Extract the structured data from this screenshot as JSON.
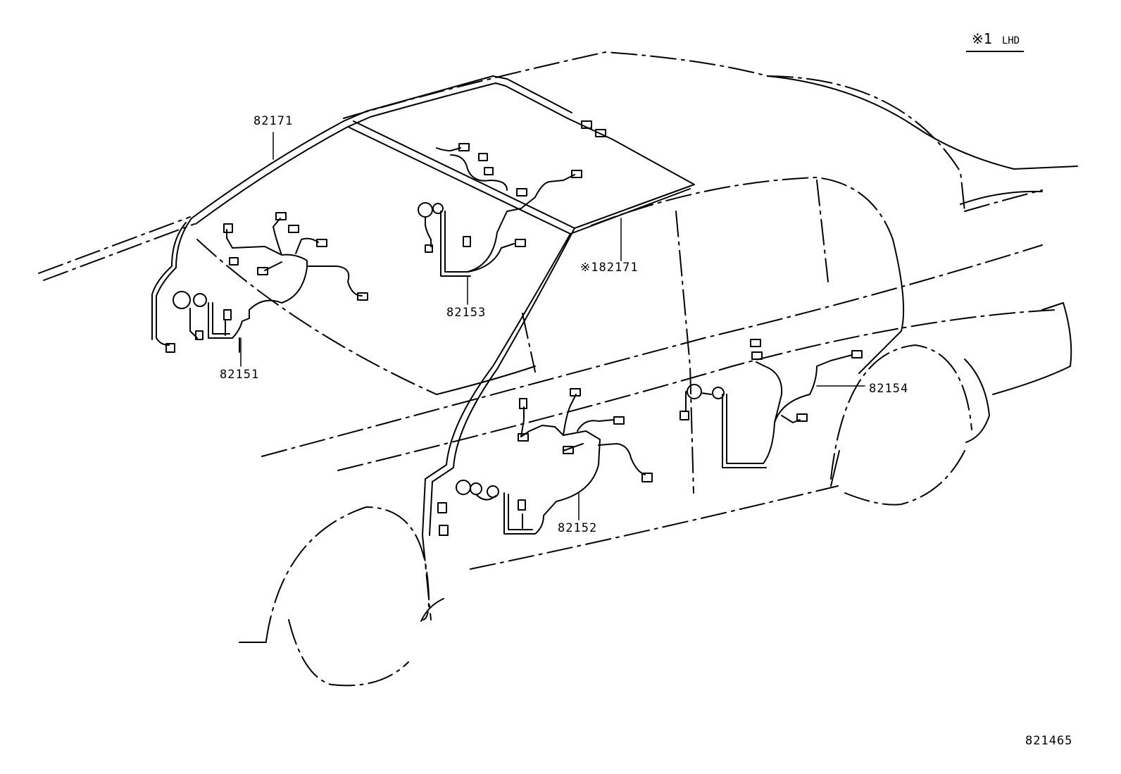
{
  "legend": {
    "mark": "※1",
    "text": "LHD"
  },
  "part_labels": {
    "roof_harness": "82171",
    "roof_harness_lhd": "※182171",
    "front_door_left": "82151",
    "front_door_right": "82152",
    "front_room": "82153",
    "rear_door": "82154"
  },
  "figure_number": "821465"
}
